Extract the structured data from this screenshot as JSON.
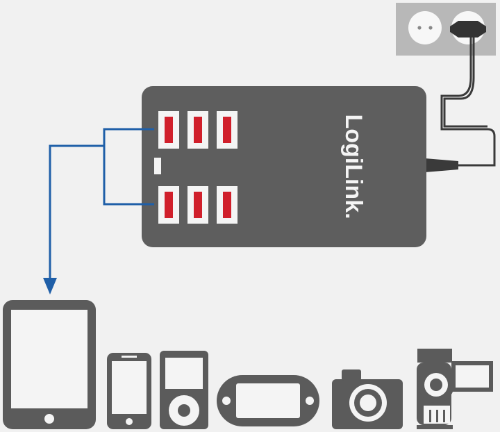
{
  "brand": {
    "logo_text": "LogiLink."
  },
  "hub": {
    "usb_port_count": 6,
    "port_rows": 2,
    "ports_per_row": 3
  },
  "connection": {
    "from": "usb-hub",
    "to": "devices",
    "line_color": "#1f5fa8"
  },
  "devices": [
    {
      "name": "tablet-icon"
    },
    {
      "name": "smartphone-icon"
    },
    {
      "name": "mp3-player-icon"
    },
    {
      "name": "handheld-console-icon"
    },
    {
      "name": "camera-icon"
    },
    {
      "name": "camcorder-icon"
    }
  ],
  "colors": {
    "background": "#f1f1f1",
    "device_gray": "#5b5b5b",
    "hub_body": "#5e5e5e",
    "port_accent": "#d01f2b",
    "wall_socket": "#b5b5b5",
    "cable": "#3a3a3a",
    "arrow_blue": "#1f5fa8"
  }
}
